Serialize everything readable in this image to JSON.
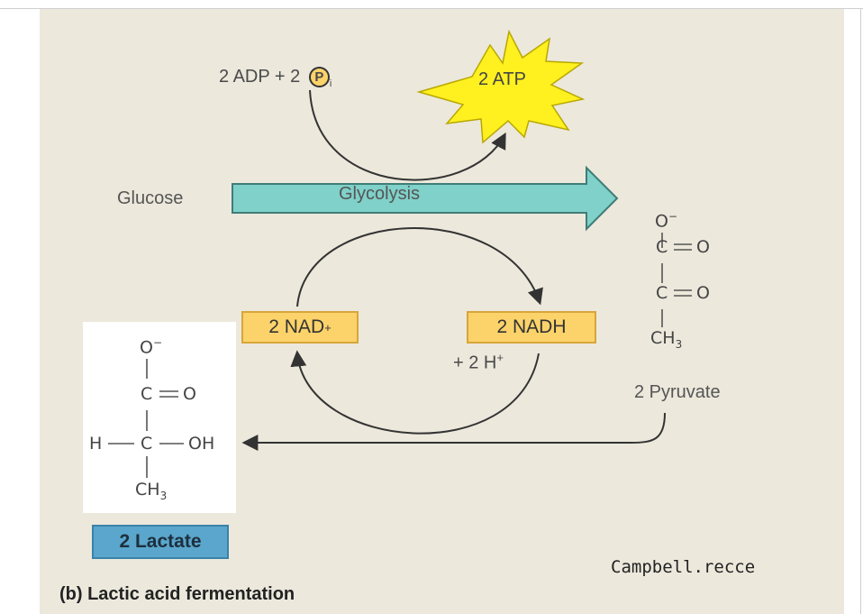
{
  "inputs": {
    "adp_text": "2 ADP + 2",
    "pi_symbol": "P",
    "pi_subscript": "i"
  },
  "atp_label": "2 ATP",
  "glucose_label": "Glucose",
  "glycolysis_label": "Glycolysis",
  "nad_label": "2 NAD",
  "nad_sup": "+",
  "nadh_label": "2 NADH",
  "h_label": "+ 2 H",
  "h_sup": "+",
  "pyruvate": {
    "o_minus": "O",
    "minus": "−",
    "carbon": "C",
    "oxygen": "O",
    "ch": "CH",
    "sub3": "3",
    "label": "2 Pyruvate"
  },
  "lactate": {
    "o_minus": "O",
    "minus": "−",
    "carbon": "C",
    "oxygen": "O",
    "h": "H",
    "oh": "OH",
    "ch": "CH",
    "sub3": "3",
    "label": "2 Lactate"
  },
  "watermark": "Campbell.recce",
  "caption": "(b) Lactic acid fermentation",
  "colors": {
    "panel": "#ece8dc",
    "arrow_fill": "#7fd1c9",
    "arrow_stroke": "#3f7d78",
    "atp_star": "#fff01f",
    "nad_box": "#fcd36a",
    "lactate_box": "#5aa6cc"
  }
}
